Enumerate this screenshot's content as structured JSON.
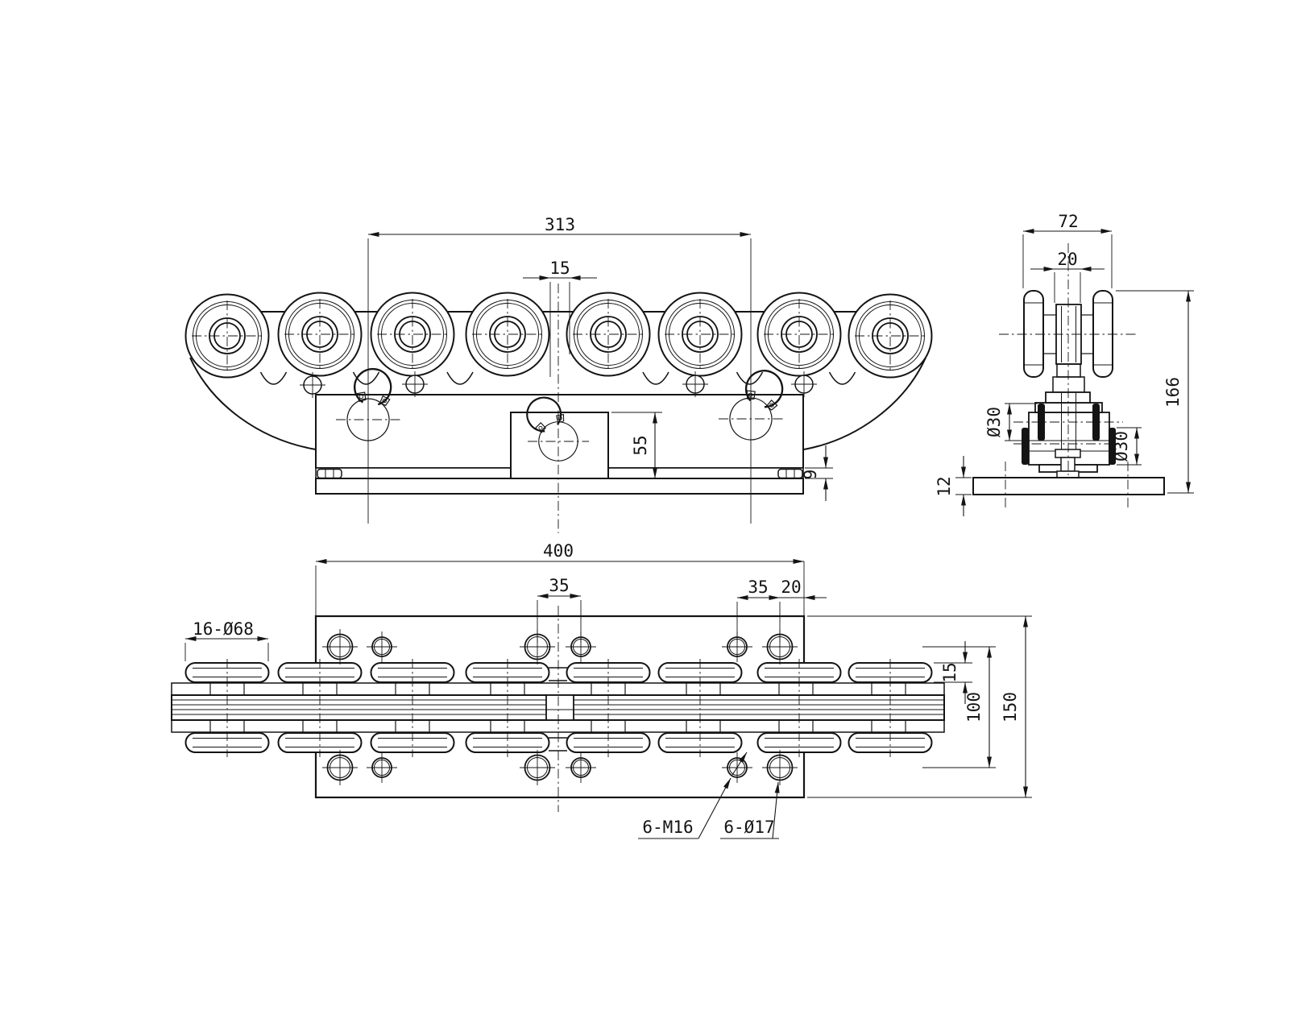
{
  "drawing": {
    "front_view": {
      "dim_shaft_spacing": "313",
      "dim_center_gap": "15",
      "dim_block_height": "55",
      "dim_plate_thickness": "9"
    },
    "side_view": {
      "dim_overall_width": "72",
      "dim_hub_width": "20",
      "dim_side_roller_left": "Ø30",
      "dim_side_roller_right": "Ø30",
      "dim_overall_height": "166",
      "dim_base_thickness": "12"
    },
    "plan_view": {
      "dim_plate_length": "400",
      "dim_hole_pair_mid": "35",
      "dim_hole_pair_right": "35",
      "dim_edge_offset": "20",
      "dim_rollers": "16-Ø68",
      "dim_roller_width": "15",
      "dim_hole_rows": "100",
      "dim_plate_width": "150",
      "label_threaded_holes": "6-M16",
      "label_clearance_holes": "6-Ø17"
    },
    "colors": {
      "line": "#141414",
      "background": "#ffffff"
    }
  }
}
